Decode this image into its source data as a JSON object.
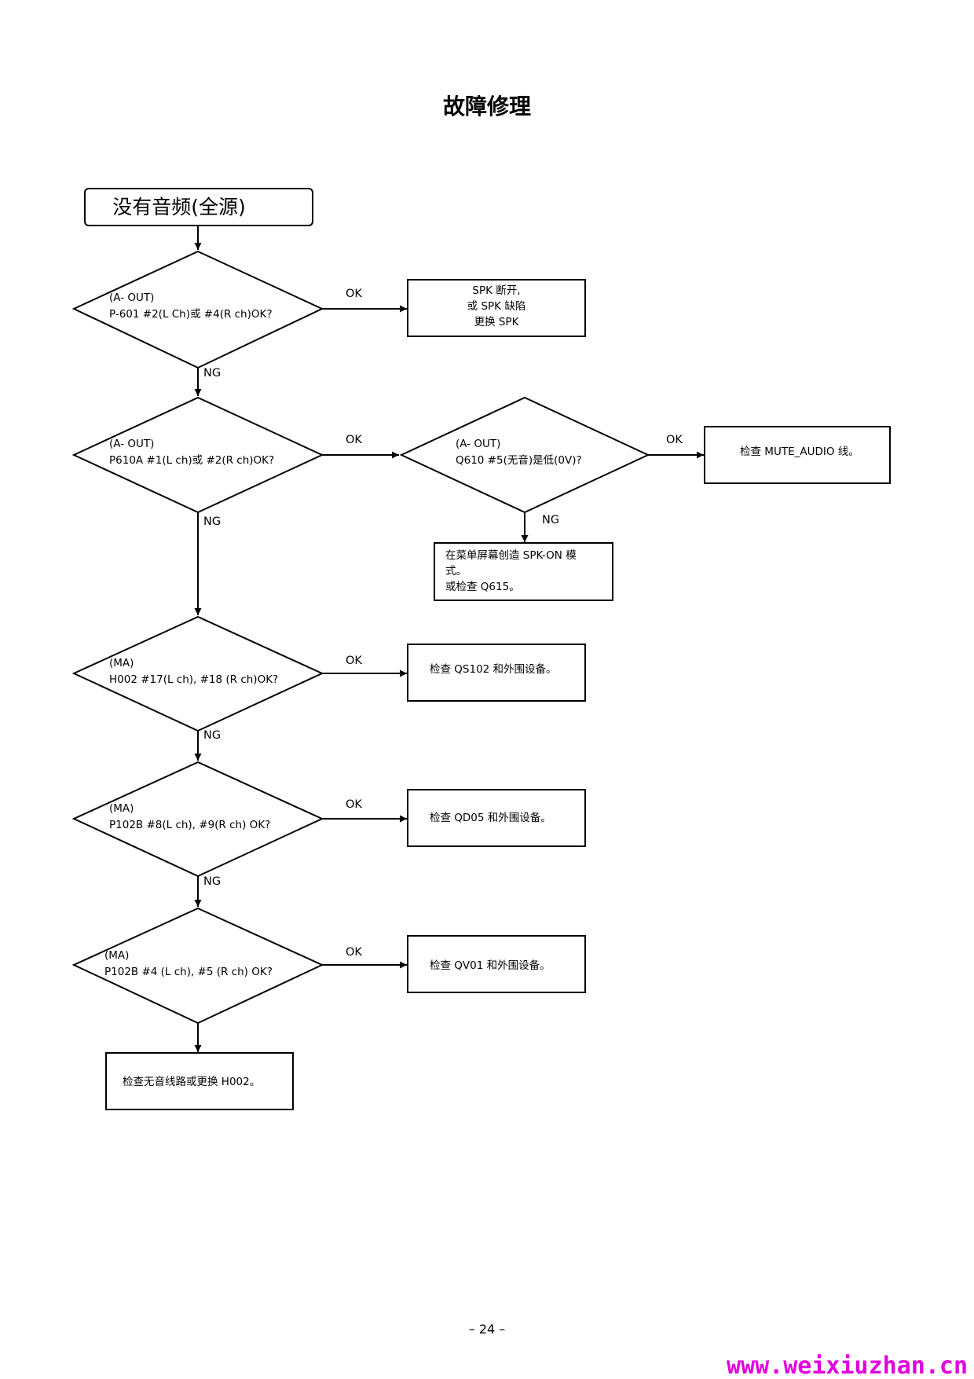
{
  "page": {
    "title": "故障修理",
    "page_number": "– 24 –",
    "watermark": "www.weixiuzhan.cn"
  },
  "start": {
    "label": "没有音频(全源)"
  },
  "decisions": [
    {
      "lines": [
        "(A- OUT)",
        "P-601 #2(L Ch)或 #4(R ch)OK?"
      ]
    },
    {
      "lines": [
        "(A- OUT)",
        "P610A #1(L ch)或 #2(R ch)OK?"
      ]
    },
    {
      "lines": [
        "(A- OUT)",
        "Q610 #5(无音)是低(0V)?"
      ]
    },
    {
      "lines": [
        "(MA)",
        "H002 #17(L ch), #18 (R ch)OK?"
      ]
    },
    {
      "lines": [
        "(MA)",
        "P102B #8(L ch), #9(R ch) OK?"
      ]
    },
    {
      "lines": [
        "(MA)",
        "P102B #4 (L ch), #5 (R ch) OK?"
      ]
    }
  ],
  "actions": [
    {
      "lines": [
        "SPK 断开,",
        "或 SPK 缺陷",
        "更换 SPK"
      ]
    },
    {
      "lines": [
        "检查 MUTE_AUDIO 线。"
      ]
    },
    {
      "lines": [
        "在菜单屏幕创造 SPK-ON 模",
        "式。",
        "或检查 Q615。"
      ]
    },
    {
      "lines": [
        "检查 QS102 和外围设备。"
      ]
    },
    {
      "lines": [
        "检查 QD05 和外围设备。"
      ]
    },
    {
      "lines": [
        "检查 QV01 和外围设备。"
      ]
    },
    {
      "lines": [
        "检查无音线路或更换 H002。"
      ]
    }
  ],
  "edge_labels": {
    "ok": "OK",
    "ng": "NG"
  }
}
